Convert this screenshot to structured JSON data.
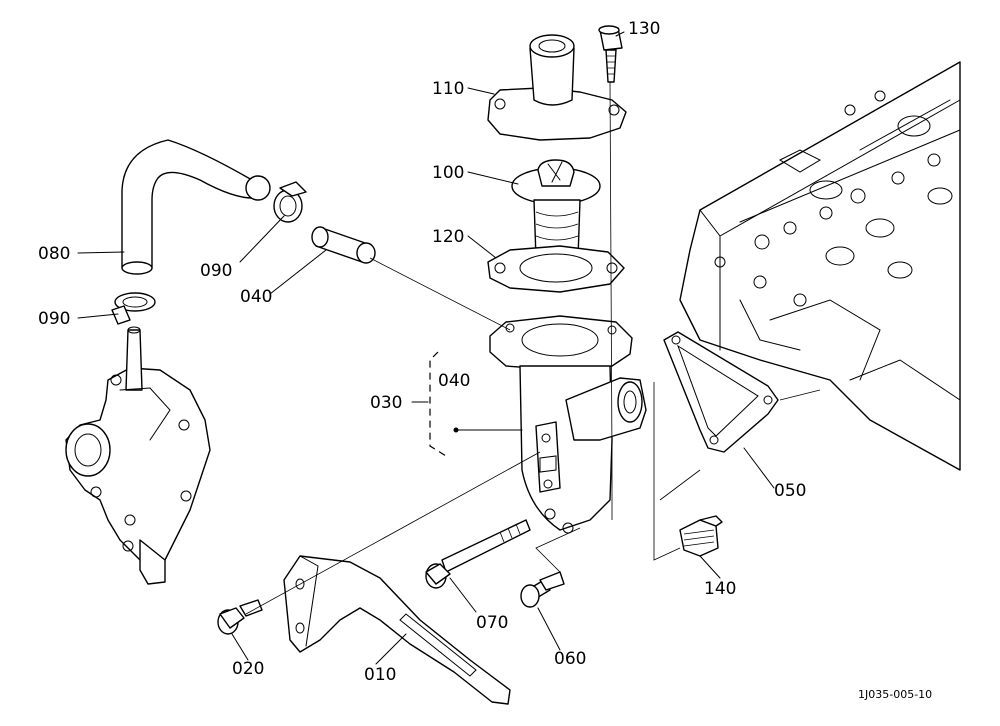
{
  "labels": {
    "p010": "010",
    "p020": "020",
    "p030": "030",
    "p040a": "040",
    "p040b": "040",
    "p050": "050",
    "p060": "060",
    "p070": "070",
    "p080": "080",
    "p090a": "090",
    "p090b": "090",
    "p100": "100",
    "p110": "110",
    "p120": "120",
    "p130": "130",
    "p140": "140"
  },
  "drawing_code": "1J035-005-10"
}
